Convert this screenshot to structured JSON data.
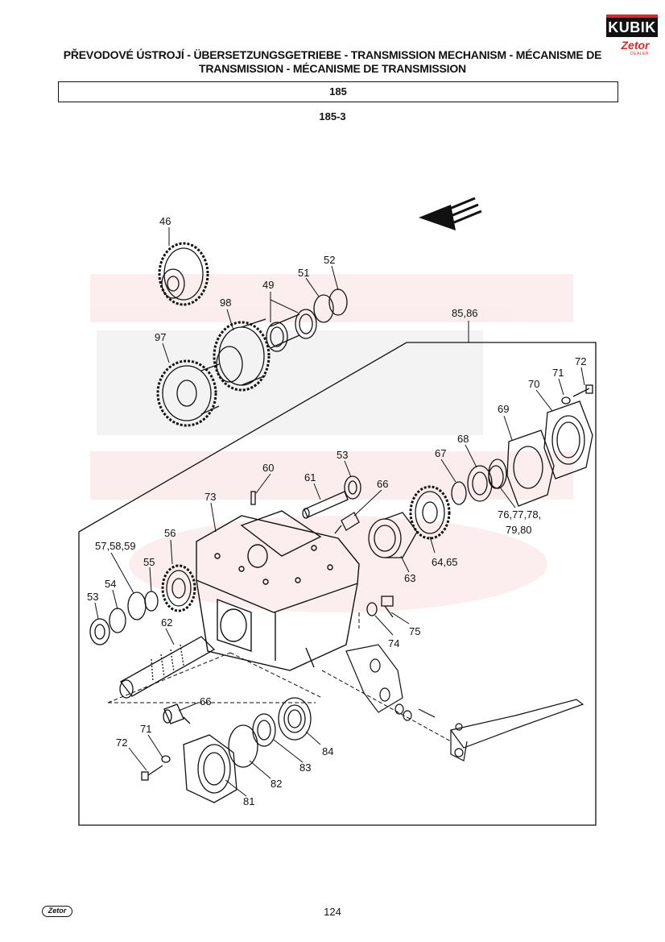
{
  "header": {
    "title": "PŘEVODOVÉ ÚSTROJÍ - ÜBERSETZUNGSGETRIEBE - TRANSMISSION MECHANISM - MÉCANISME DE TRANSMISSION - MÉCANISME DE TRANSMISSION",
    "section": "185",
    "subsection": "185-3"
  },
  "logo": {
    "brand_text": "KUBIK",
    "sub_brand": "Zetor",
    "dealer": "DEALER",
    "accent_color": "#d62b2b"
  },
  "diagram": {
    "labels": {
      "p46": "46",
      "p52": "52",
      "p51": "51",
      "p49": "49",
      "p98": "98",
      "p97": "97",
      "p8586": "85,86",
      "p72a": "72",
      "p71a": "71",
      "p70": "70",
      "p69": "69",
      "p68": "68",
      "p67": "67",
      "p53a": "53",
      "p60": "60",
      "p61": "61",
      "p66a": "66",
      "p73": "73",
      "p7680a": "76,77,78,",
      "p7680b": "79,80",
      "p6465": "64,65",
      "p63": "63",
      "p575859": "57,58,59",
      "p56": "56",
      "p55": "55",
      "p54": "54",
      "p53b": "53",
      "p62": "62",
      "p75": "75",
      "p74": "74",
      "p66b": "66",
      "p71b": "71",
      "p72b": "72",
      "p84": "84",
      "p83": "83",
      "p82": "82",
      "p81": "81"
    }
  },
  "footer": {
    "logo_text": "Zetor",
    "page_number": "124"
  }
}
